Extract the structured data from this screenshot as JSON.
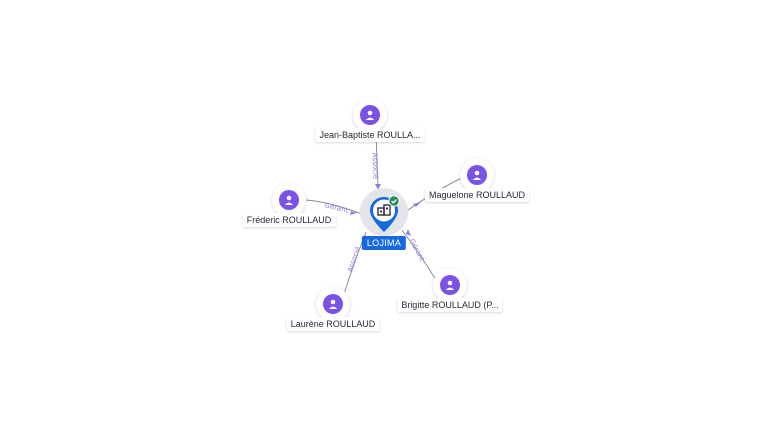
{
  "colors": {
    "person_icon": "#7a52e6",
    "company_pin": "#1769e0",
    "company_label_bg": "#1769e0",
    "status_check": "#2e8b57",
    "edge_label": "#8f7fe0",
    "edge_line": "#8a8d99"
  },
  "company": {
    "name": "LOJIMA",
    "icon": "building-icon",
    "status_icon": "check-badge-icon"
  },
  "persons": [
    {
      "id": "p1",
      "name": "Jean-Baptiste ROULLA...",
      "role": "Associé",
      "icon": "user-icon"
    },
    {
      "id": "p2",
      "name": "Maguelone ROULLAUD",
      "role": "",
      "icon": "user-icon"
    },
    {
      "id": "p3",
      "name": "Fréderic ROULLAUD",
      "role": "Gérant",
      "icon": "user-icon"
    },
    {
      "id": "p4",
      "name": "Brigitte ROULLAUD (P...",
      "role": "Gérant",
      "icon": "user-icon"
    },
    {
      "id": "p5",
      "name": "Laurène ROULLAUD",
      "role": "Associé",
      "icon": "user-icon"
    }
  ]
}
